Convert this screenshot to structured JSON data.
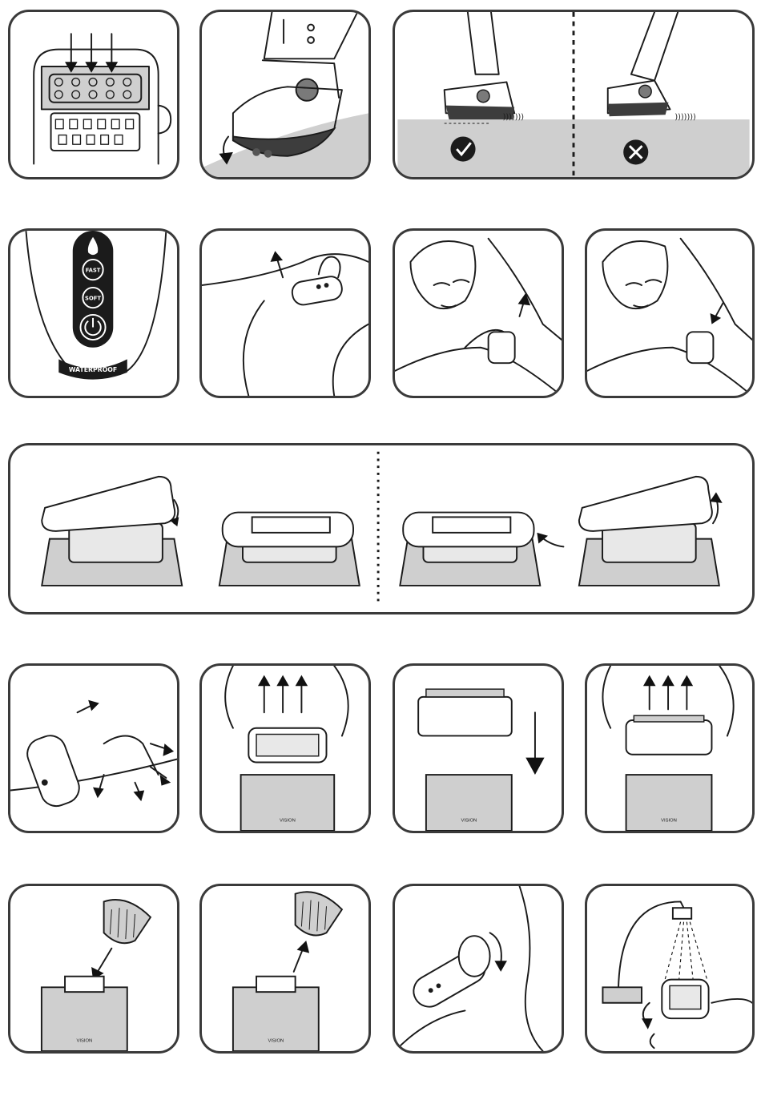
{
  "device": {
    "buttons": [
      "FAST",
      "SOFT"
    ],
    "brand_label": "WATERPROOF",
    "model_label": "VISION"
  },
  "icons": {
    "correct": "check-circle-icon",
    "incorrect": "cross-circle-icon"
  },
  "colors": {
    "outline": "#3a3a3a",
    "surface": "#cfcfcf",
    "ink": "#111111"
  }
}
